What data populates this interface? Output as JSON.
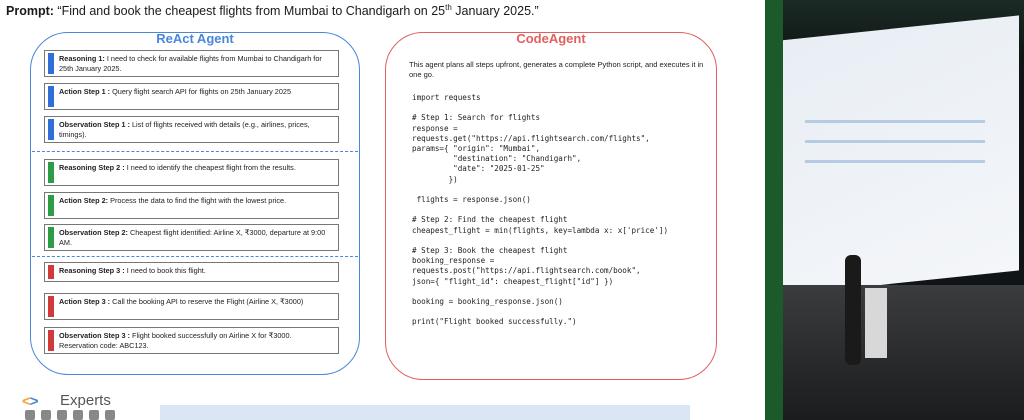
{
  "prompt": {
    "label": "Prompt:",
    "text_before": "“Find and book the cheapest flights from Mumbai to Chandigarh on 25",
    "superscript": "th",
    "text_after": " January 2025.”"
  },
  "react_agent": {
    "title": "ReAct Agent",
    "steps": [
      {
        "label": "Reasoning 1:",
        "text": " I need to check for available flights from Mumbai to Chandigarh for 25th January 2025.",
        "color": "blue"
      },
      {
        "label": "Action Step 1 :",
        "text": " Query flight search API for flights on 25th January 2025",
        "color": "blue"
      },
      {
        "label": "Observation Step 1 :",
        "text": " List of flights received with details (e.g., airlines, prices, timings).",
        "color": "blue"
      },
      {
        "label": "Reasoning Step 2 :",
        "text": " I need to identify the cheapest flight from the results.",
        "color": "green"
      },
      {
        "label": "Action Step 2:",
        "text": " Process the data to find the flight with the lowest price.",
        "color": "green"
      },
      {
        "label": "Observation Step 2:",
        "text": " Cheapest flight identified: Airline X, ₹3000, departure at 9:00 AM.",
        "color": "green"
      },
      {
        "label": "Reasoning Step 3 :",
        "text": " I need to book this flight.",
        "color": "red"
      },
      {
        "label": "Action Step 3 :",
        "text": " Call the booking API to reserve the Flight (Airline X, ₹3000)",
        "color": "red"
      },
      {
        "label": "Observation Step 3 :",
        "text": " Flight booked successfully on Airline X for ₹3000. Reservation code: ABC123.",
        "color": "red"
      }
    ]
  },
  "code_agent": {
    "title": "CodeAgent",
    "intro": "This agent plans all steps upfront, generates a complete Python script, and executes it in one go.",
    "code": "import requests\n\n# Step 1: Search for flights\nresponse =\nrequests.get(\"https://api.flightsearch.com/flights\",\nparams={ \"origin\": \"Mumbai\",\n         \"destination\": \"Chandigarh\",\n         \"date\": \"2025-01-25\"\n        })\n\n flights = response.json()\n\n# Step 2: Find the cheapest flight\ncheapest_flight = min(flights, key=lambda x: x['price'])\n\n# Step 3: Book the cheapest flight\nbooking_response =\nrequests.post(\"https://api.flightsearch.com/book\",\njson={ \"flight_id\": cheapest_flight[\"id\"] })\n\nbooking = booking_response.json()\n\nprint(\"Flight booked successfully.\")"
  },
  "footer": {
    "brand": "Experts"
  },
  "colors": {
    "react_border": "#4a86d9",
    "code_border": "#e06060",
    "blue": "#2f6fd6",
    "green": "#2e9b45",
    "red": "#d13a3a"
  }
}
